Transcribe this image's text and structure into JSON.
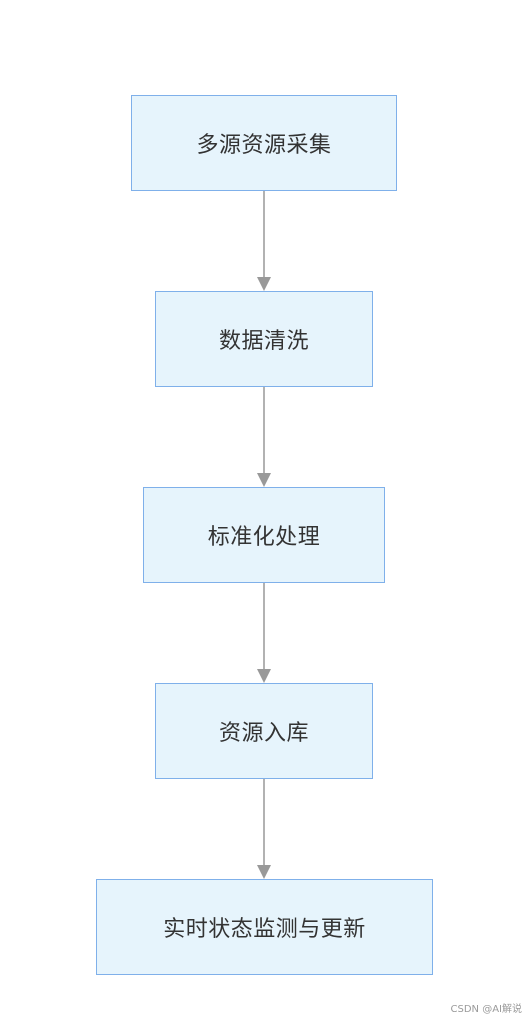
{
  "flowchart": {
    "steps": [
      "多源资源采集",
      "数据清洗",
      "标准化处理",
      "资源入库",
      "实时状态监测与更新"
    ]
  },
  "watermark": "CSDN @AI解说",
  "colors": {
    "node_fill": "#e6f4fc",
    "node_border": "#7fb0ea",
    "edge": "#999999",
    "text": "#333333"
  }
}
